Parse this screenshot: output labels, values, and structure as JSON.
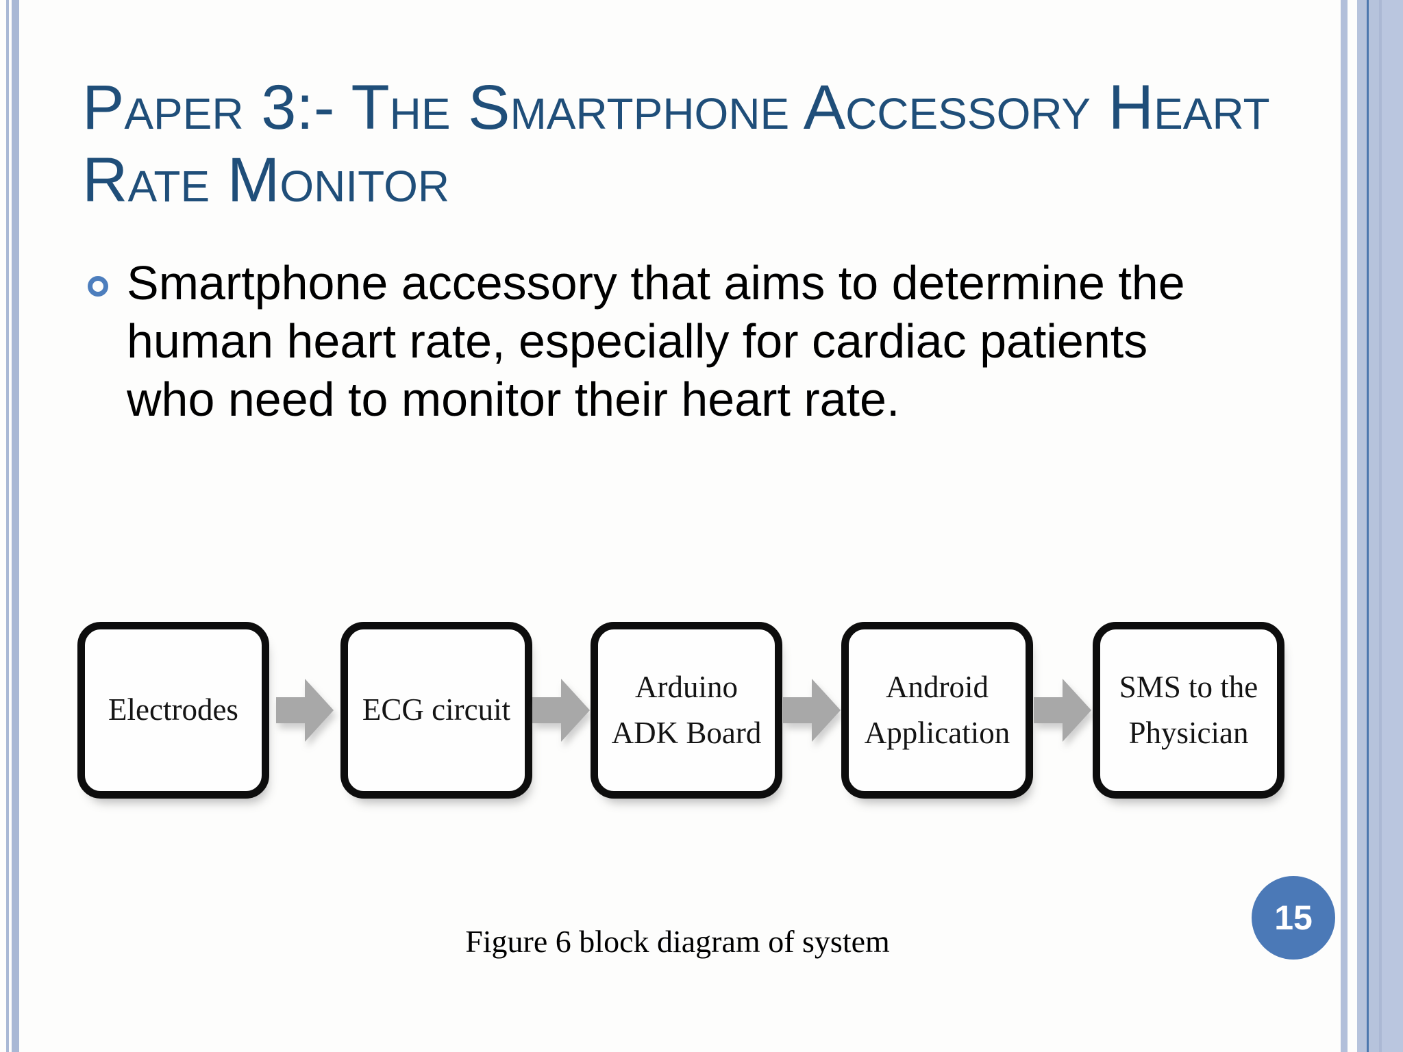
{
  "slide": {
    "title": "Paper 3:- The Smartphone Accessory Heart Rate Monitor",
    "bullet": {
      "text": "Smartphone accessory that aims to determine the human heart rate, especially for cardiac patients who need to monitor their heart rate."
    },
    "figure": {
      "caption": "Figure 6 block diagram of system",
      "blocks": [
        {
          "label": "Electrodes"
        },
        {
          "label": "ECG circuit"
        },
        {
          "label": "Arduino ADK Board"
        },
        {
          "label": "Android Application"
        },
        {
          "label": "SMS to the Physician"
        }
      ]
    },
    "page_number": "15"
  },
  "colors": {
    "title_text": "#1F4E79",
    "bullet_marker": "#4D7EBD",
    "page_badge": "#4B79B7",
    "arrow": "#A8A8A8",
    "box_border": "#0D0D0D",
    "edge_stripes": "#A9B8D5",
    "right_band": "#B6C3DC",
    "right_band_line": "#4C77AE"
  }
}
